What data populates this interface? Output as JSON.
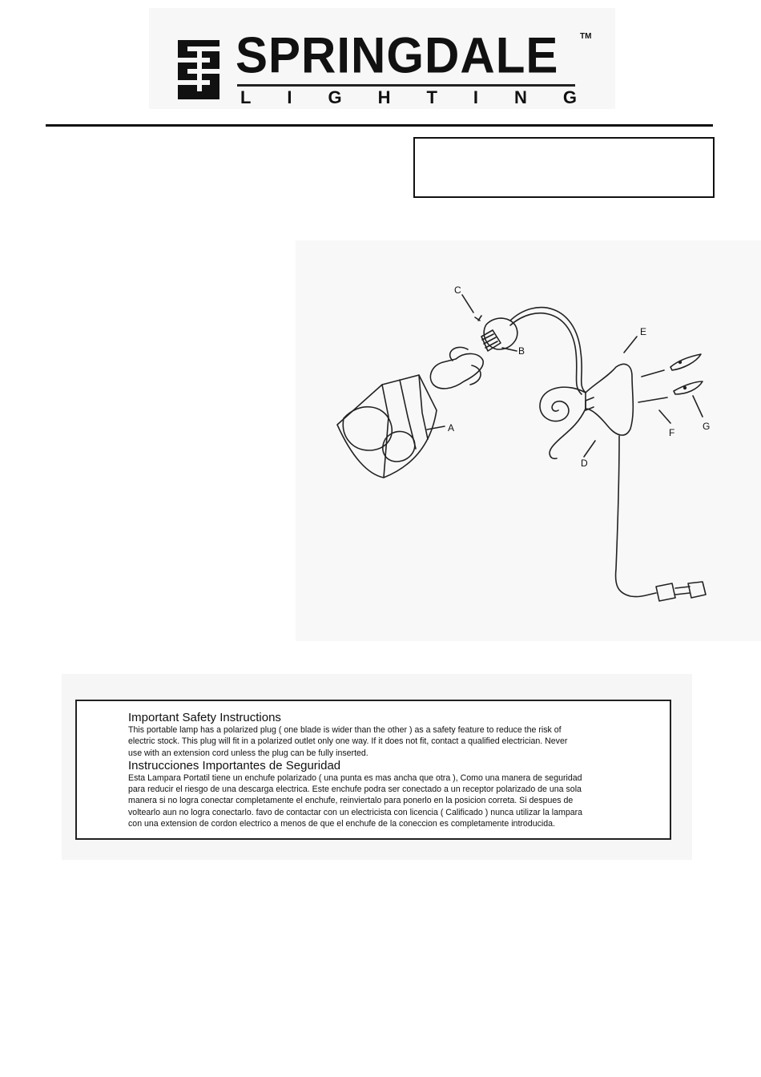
{
  "logo": {
    "brand": "SPRINGDALE",
    "trademark": "TM",
    "subtitle_letters": [
      "L",
      "I",
      "G",
      "H",
      "T",
      "I",
      "N",
      "G"
    ]
  },
  "diagram": {
    "part_labels": {
      "A": "A",
      "B": "B",
      "C": "C",
      "D": "D",
      "E": "E",
      "F": "F",
      "G": "G"
    }
  },
  "safety": {
    "english_heading": "Important Safety Instructions",
    "english_lines": [
      "This portable lamp has a polarized plug ( one blade is wider than the other ) as a safety feature to reduce the risk of",
      "electric stock. This plug will fit in a polarized outlet only one way. If it does not fit, contact a qualified electrician. Never",
      "use with an extension cord unless the plug can be fully inserted."
    ],
    "spanish_heading": "Instrucciones Importantes de Seguridad",
    "spanish_lines": [
      "Esta Lampara Portatil tiene un enchufe polarizado ( una punta es mas ancha que otra ), Como una manera de seguridad",
      "para reducir el riesgo de una descarga electrica. Este enchufe podra ser conectado a un receptor polarizado de una sola",
      "manera si no logra conectar completamente el enchufe, reinviertalo para ponerlo en la posicion correta. Si despues de",
      "voltearlo aun no logra conectarlo. favo de contactar con un electricista con licencia ( Calificado ) nunca utilizar la lampara",
      "con una extension de cordon electrico a menos de que el enchufe de la coneccion es completamente introducida."
    ]
  }
}
